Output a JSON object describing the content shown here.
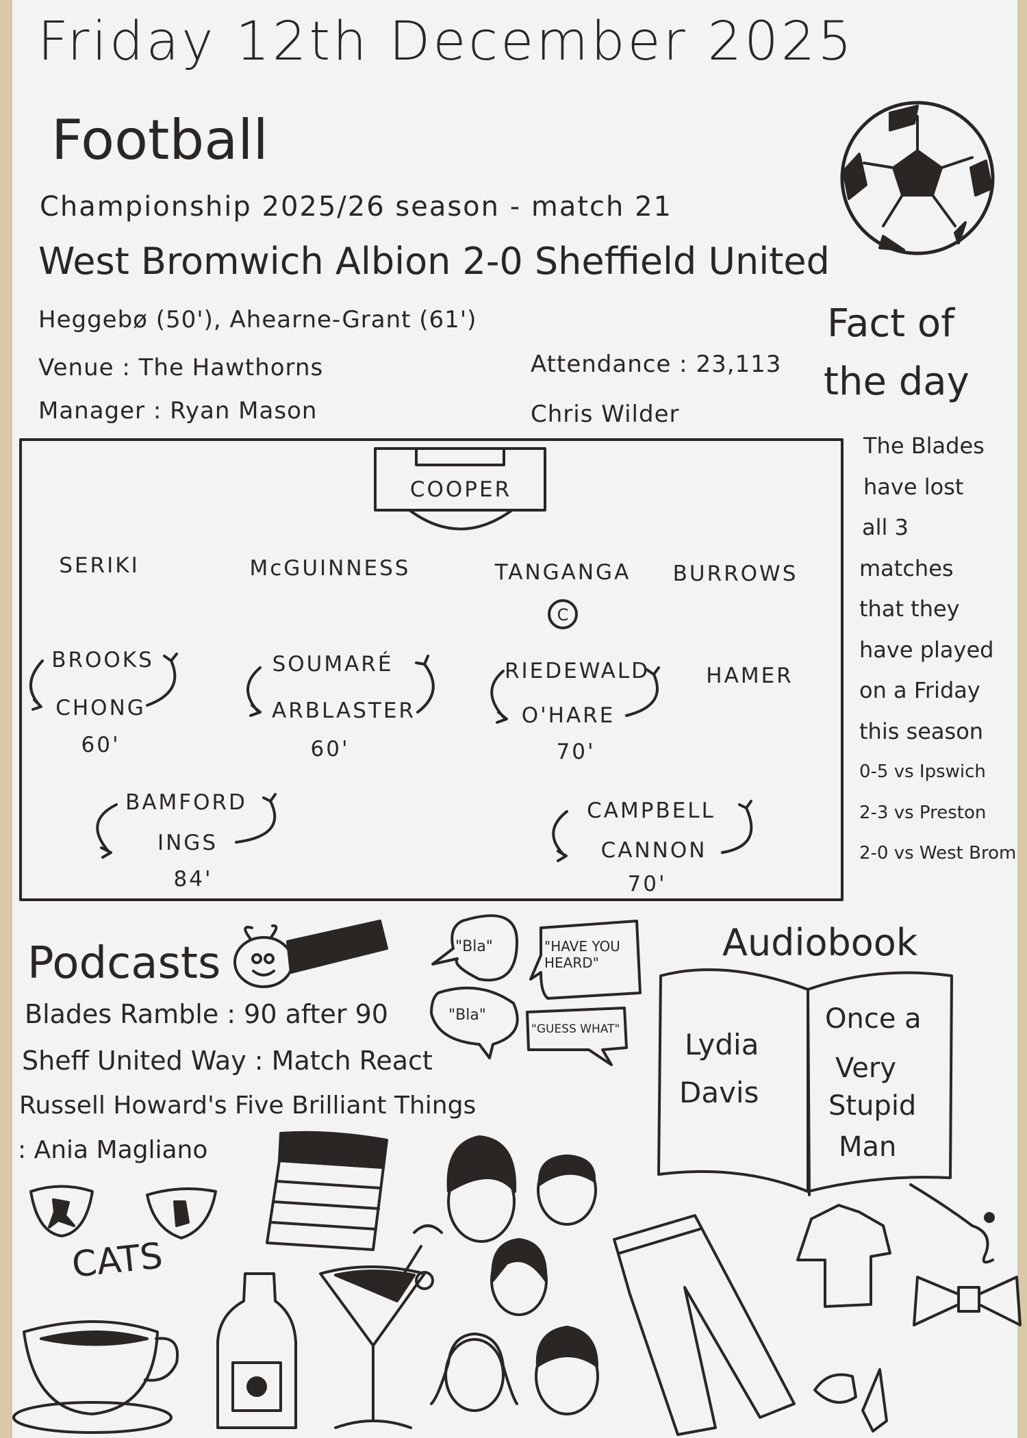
{
  "date_heading": "Friday 12th December 2025",
  "football": {
    "heading": "Football",
    "competition": "Championship 2025/26 season - match 21",
    "result": "West Bromwich Albion 2-0 Sheffield United",
    "scorers": "Heggebø (50'), Ahearne-Grant (61')",
    "venue": "Venue : The Hawthorns",
    "attendance": "Attendance : 23,113",
    "manager_home": "Manager : Ryan Mason",
    "manager_away": "Chris Wilder"
  },
  "lineup": {
    "goalkeeper": "COOPER",
    "defenders": [
      "SERIKI",
      "McGUINNESS",
      "TANGANGA",
      "BURROWS"
    ],
    "captain_mark": "C",
    "midfield": [
      {
        "starter": "BROOKS",
        "sub": "CHONG",
        "minute": "60'"
      },
      {
        "starter": "SOUMARÉ",
        "sub": "ARBLASTER",
        "minute": "60'"
      },
      {
        "starter": "RIEDEWALD",
        "sub": "O'HARE",
        "minute": "70'"
      },
      {
        "starter": "HAMER"
      }
    ],
    "forwards": [
      {
        "starter": "BAMFORD",
        "sub": "INGS",
        "minute": "84'"
      },
      {
        "starter": "CAMPBELL",
        "sub": "CANNON",
        "minute": "70'"
      }
    ]
  },
  "fact": {
    "heading": [
      "Fact of",
      "the day"
    ],
    "lines": [
      "The Blades",
      "have lost",
      "all 3",
      "matches",
      "that they",
      "have played",
      "on a Friday",
      "this season",
      "0-5 vs Ipswich",
      "2-3 vs Preston",
      "2-0 vs West Brom"
    ]
  },
  "podcasts": {
    "heading": "Podcasts",
    "lines": [
      "Blades Ramble : 90 after 90",
      "Sheff United Way : Match React",
      "Russell Howard's Five Brilliant Things",
      ": Ania Magliano"
    ],
    "bubbles": [
      "\"Bla\"",
      "\"HAVE YOU HEARD\"",
      "\"Bla\"",
      "\"GUESS WHAT\""
    ]
  },
  "audiobook": {
    "heading": "Audiobook",
    "author": [
      "Lydia",
      "Davis"
    ],
    "title": [
      "Once a",
      "Very",
      "Stupid",
      "Man"
    ]
  },
  "cats_label": "CATS"
}
